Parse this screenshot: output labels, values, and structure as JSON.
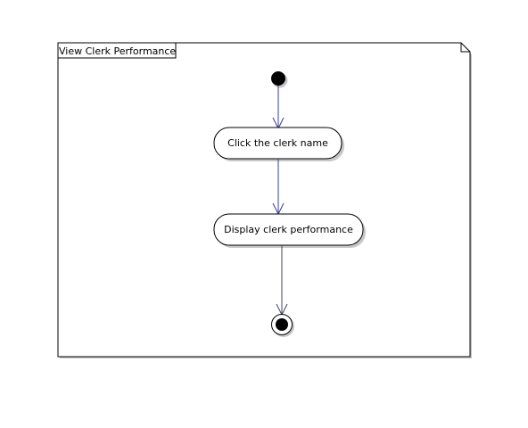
{
  "frame": {
    "title": "View Clerk Performance"
  },
  "actions": [
    {
      "label": "Click the clerk name"
    },
    {
      "label": "Display clerk performance"
    }
  ],
  "colors": {
    "stroke": "#000000",
    "flow_arrow": "#3b3b9c",
    "flow_arrow_dark": "#444466",
    "shadow": "#c8c8c8",
    "fill": "#ffffff"
  }
}
